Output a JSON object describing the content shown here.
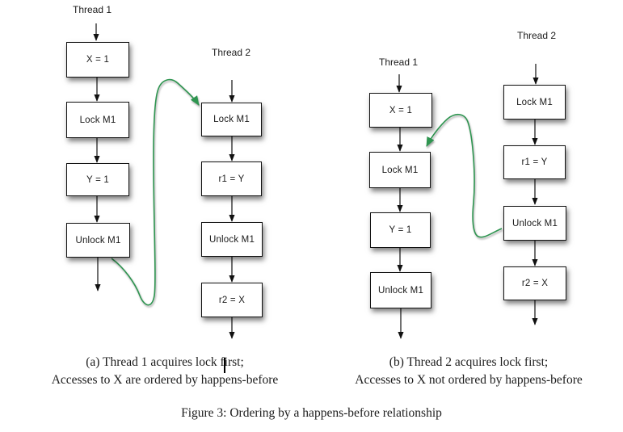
{
  "colors": {
    "happens_before_green": "#2e9550",
    "line_black": "#111111"
  },
  "panels": [
    {
      "name": "a",
      "columns": [
        {
          "label": "Thread 1",
          "boxes": [
            "X = 1",
            "Lock M1",
            "Y = 1",
            "Unlock M1"
          ]
        },
        {
          "label": "Thread 2",
          "boxes": [
            "Lock M1",
            "r1 = Y",
            "Unlock M1",
            "r2 = X"
          ]
        }
      ],
      "caption_line1": "(a) Thread 1 acquires lock first;",
      "caption_line2": "Accesses to X are ordered by happens-before"
    },
    {
      "name": "b",
      "columns": [
        {
          "label": "Thread 1",
          "boxes": [
            "X = 1",
            "Lock M1",
            "Y = 1",
            "Unlock M1"
          ]
        },
        {
          "label": "Thread 2",
          "boxes": [
            "Lock M1",
            "r1 = Y",
            "Unlock M1",
            "r2 = X"
          ]
        }
      ],
      "caption_line1": "(b) Thread 2 acquires lock first;",
      "caption_line2": "Accesses to X not ordered by happens-before"
    }
  ],
  "figure_caption": "Figure 3: Ordering by a happens-before relationship"
}
